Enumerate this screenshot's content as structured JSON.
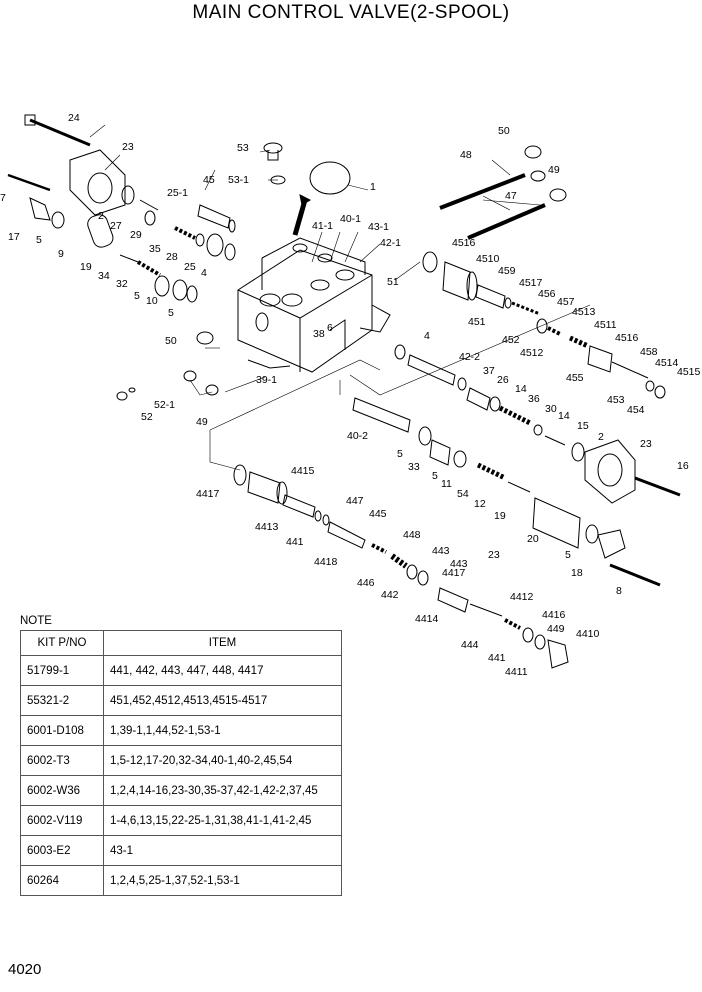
{
  "title": "MAIN CONTROL VALVE(2-SPOOL)",
  "page_number": "4020",
  "note": {
    "label": "NOTE",
    "headers": [
      "KIT P/NO",
      "ITEM"
    ],
    "rows": [
      {
        "kit": "51799-1",
        "item": "441, 442, 443, 447, 448, 4417"
      },
      {
        "kit": "55321-2",
        "item": "451,452,4512,4513,4515-4517"
      },
      {
        "kit": "6001-D108",
        "item": "1,39-1,1,44,52-1,53-1"
      },
      {
        "kit": "6002-T3",
        "item": "1,5-12,17-20,32-34,40-1,40-2,45,54"
      },
      {
        "kit": "6002-W36",
        "item": "1,2,4,14-16,23-30,35-37,42-1,42-2,37,45"
      },
      {
        "kit": "6002-V119",
        "item": "1-4,6,13,15,22-25-1,31,38,41-1,41-2,45"
      },
      {
        "kit": "6003-E2",
        "item": "43-1"
      },
      {
        "kit": "60264",
        "item": "1,2,4,5,25-1,37,52-1,53-1"
      }
    ]
  },
  "callouts": [
    "24",
    "23",
    "7",
    "17",
    "5",
    "2",
    "27",
    "9",
    "29",
    "19",
    "34",
    "32",
    "35",
    "28",
    "5",
    "10",
    "25",
    "4",
    "5",
    "45",
    "25-1",
    "53",
    "53-1",
    "1",
    "41-1",
    "40-1",
    "43-1",
    "42-1",
    "51",
    "38",
    "6",
    "50",
    "39-1",
    "52-1",
    "52",
    "49",
    "50",
    "48",
    "49",
    "47",
    "4516",
    "4510",
    "459",
    "4517",
    "456",
    "457",
    "451",
    "4513",
    "452",
    "4512",
    "4511",
    "4516",
    "458",
    "455",
    "4514",
    "4515",
    "453",
    "454",
    "4",
    "42-2",
    "37",
    "26",
    "14",
    "36",
    "30",
    "14",
    "15",
    "2",
    "40-2",
    "5",
    "33",
    "5",
    "11",
    "54",
    "12",
    "19",
    "23",
    "16",
    "4415",
    "4417",
    "4413",
    "447",
    "441",
    "445",
    "448",
    "4418",
    "446",
    "443",
    "23",
    "442",
    "4417",
    "443",
    "20",
    "5",
    "18",
    "8",
    "4412",
    "4414",
    "4416",
    "449",
    "4410",
    "444",
    "441",
    "4411"
  ]
}
